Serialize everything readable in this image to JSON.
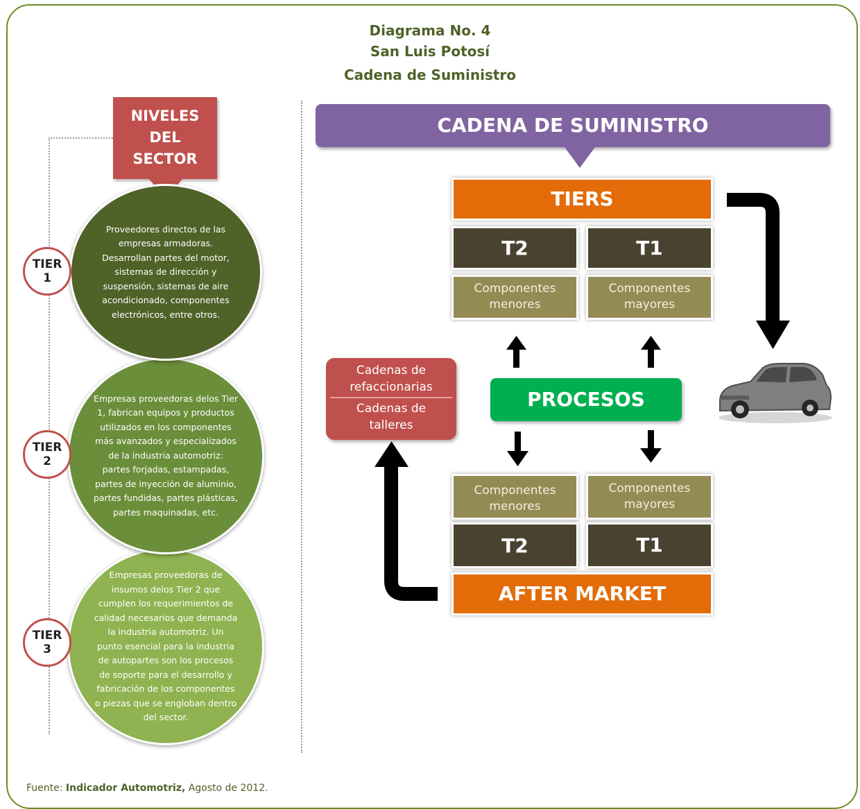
{
  "title": {
    "line1": "Diagrama No. 4",
    "line2": "San Luis Potosí",
    "line3": "Cadena de Suministro"
  },
  "left_panel": {
    "header": {
      "line1": "NIVELES",
      "line2": "DEL",
      "line3": "SECTOR"
    },
    "tiers": [
      {
        "badge_line1": "TIER",
        "badge_line2": "1",
        "color": "#4f6228",
        "text": [
          "Proveedores directos de las",
          "empresas armadoras.",
          "Desarrollan partes del motor,",
          "sistemas de dirección y",
          "suspensión, sistemas de aire",
          "acondicionado, componentes",
          "electrónicos, entre otros."
        ]
      },
      {
        "badge_line1": "TIER",
        "badge_line2": "2",
        "color": "#6b8e3a",
        "text": [
          "Empresas proveedoras delos Tier",
          "1, fabrican equipos y productos",
          "utilizados en los componentes",
          "más avanzados y especializados",
          "de la industria automotriz:",
          "partes forjadas, estampadas,",
          "partes de inyección de aluminio,",
          "partes fundidas, partes plásticas,",
          "partes maquinadas, etc."
        ]
      },
      {
        "badge_line1": "TIER",
        "badge_line2": "3",
        "color": "#8fb350",
        "text": [
          "Empresas proveedoras de",
          "insumos delos Tier 2 que",
          "cumplen los requerimientos de",
          "calidad necesarios que demanda",
          "la industria automotriz. Un",
          "punto esencial para la industria",
          "de autopartes son los procesos",
          "de soporte para el desarrollo y",
          "fabricación de los componentes",
          "o piezas que se engloban dentro",
          "del sector."
        ]
      }
    ]
  },
  "right_panel": {
    "cadena": "CADENA DE SUMINISTRO",
    "tiers_label": "TIERS",
    "top_t2": "T2",
    "top_t1": "T1",
    "top_comp_menores": {
      "line1": "Componentes",
      "line2": "menores"
    },
    "top_comp_mayores": {
      "line1": "Componentes",
      "line2": "mayores"
    },
    "procesos": "PROCESOS",
    "bottom_comp_menores": {
      "line1": "Componentes",
      "line2": "menores"
    },
    "bottom_comp_mayores": {
      "line1": "Componentes",
      "line2": "mayores"
    },
    "bottom_t2": "T2",
    "bottom_t1": "T1",
    "after_market": "AFTER MARKET",
    "refacciones": {
      "part1_line1": "Cadenas de",
      "part1_line2": "refaccionarias",
      "part2_line1": "Cadenas de",
      "part2_line2": "talleres"
    },
    "colors": {
      "purple": "#8064a2",
      "orange": "#e36c09",
      "dark": "#4a4230",
      "khaki": "#948a54",
      "green": "#00b050",
      "red": "#c0504d"
    }
  },
  "source": {
    "prefix": "Fuente: ",
    "bold": "Indicador Automotriz,",
    "suffix": " Agosto de 2012."
  }
}
